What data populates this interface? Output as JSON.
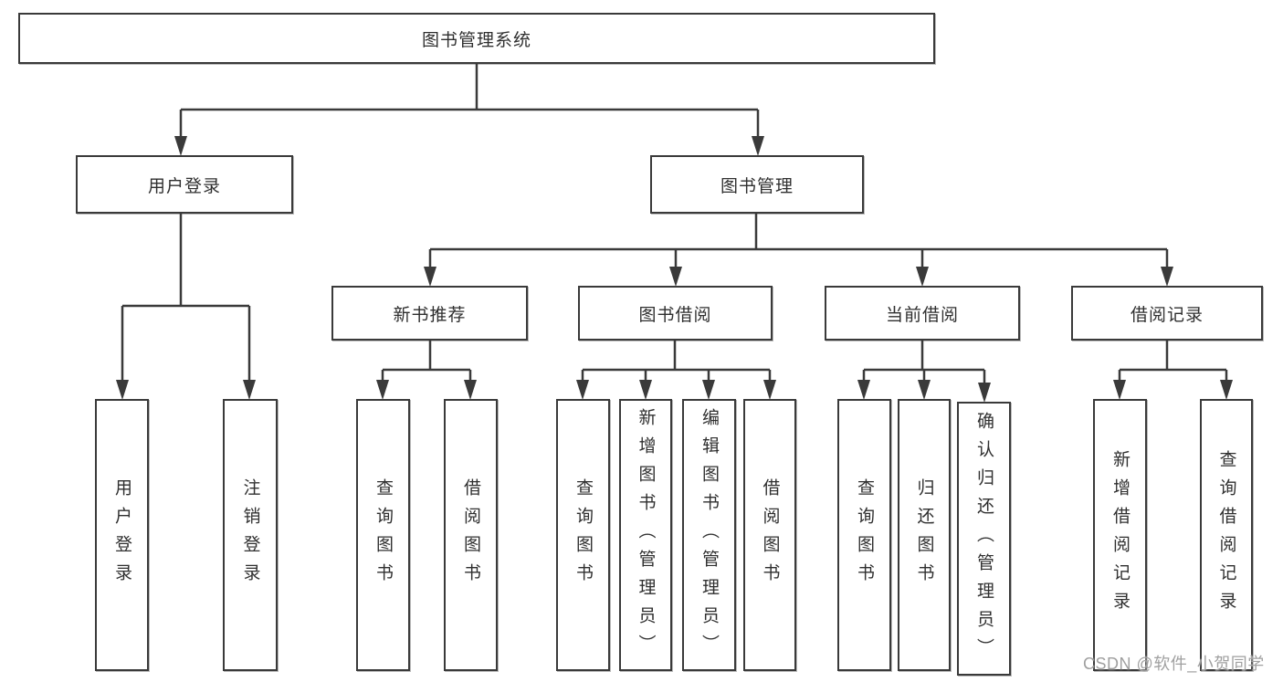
{
  "diagram": {
    "root": {
      "label": "图书管理系统"
    },
    "level2": {
      "user_login": {
        "label": "用户登录"
      },
      "book_management": {
        "label": "图书管理"
      }
    },
    "level3": {
      "new_book_recommend": {
        "label": "新书推荐"
      },
      "book_borrow": {
        "label": "图书借阅"
      },
      "current_borrow": {
        "label": "当前借阅"
      },
      "borrow_records": {
        "label": "借阅记录"
      }
    },
    "level4": {
      "user_login_children": [
        "用户登录",
        "注销登录"
      ],
      "new_book_recommend_children": [
        "查询图书",
        "借阅图书"
      ],
      "book_borrow_children": [
        "查询图书",
        "新增图书（管理员）",
        "编辑图书（管理员）",
        "借阅图书"
      ],
      "current_borrow_children": [
        "查询图书",
        "归还图书",
        "确认归还（管理员）"
      ],
      "borrow_records_children": [
        "新增借阅记录",
        "查询借阅记录"
      ]
    }
  },
  "watermark": {
    "text": "CSDN @软件_小贺同学"
  },
  "colors": {
    "line": "#3a3a3a",
    "text": "#2f2f2f",
    "watermark": "#a0a0a0",
    "background": "#ffffff"
  }
}
